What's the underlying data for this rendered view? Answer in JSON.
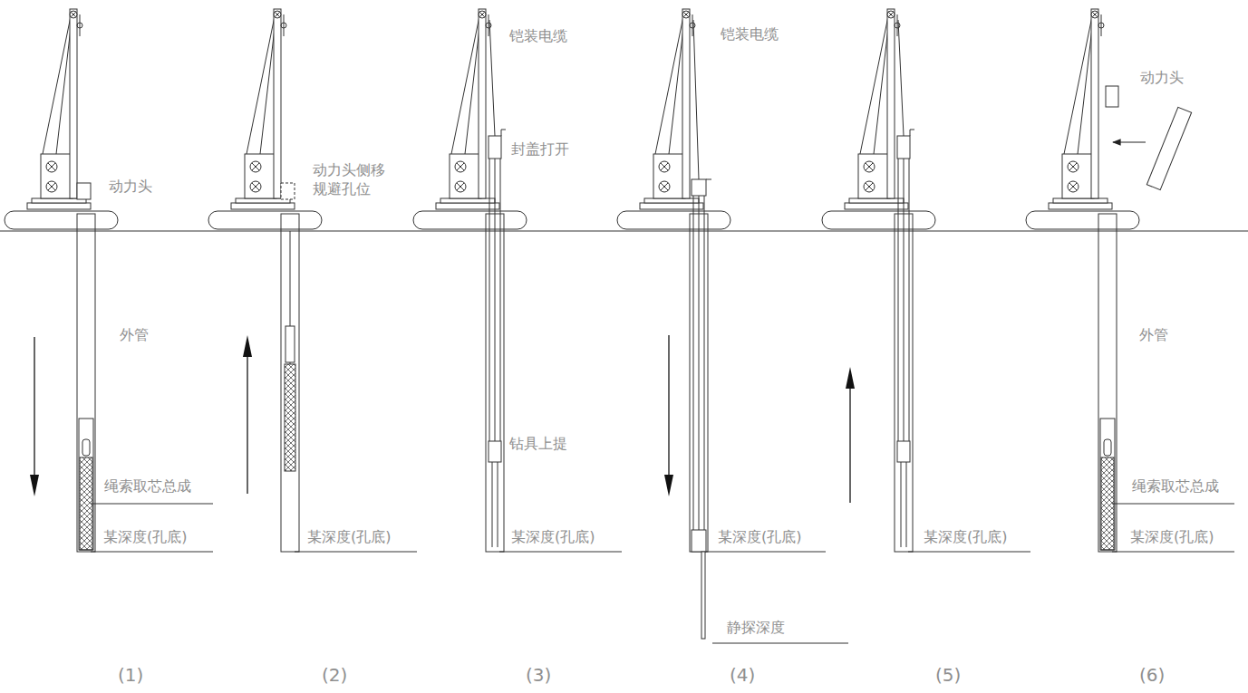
{
  "diagram": {
    "labels": [
      "动力头",
      "外管",
      "绳索取芯总成",
      "某深度(孔底)",
      "(1)",
      "动力头侧移 规避孔位",
      "某深度(孔底)",
      "(2)",
      "铠装电缆",
      "封盖打开",
      "钻具上提",
      "某深度(孔底)",
      "(3)",
      "铠装电缆",
      "某深度(孔底)",
      "静探深度",
      "(4)",
      "某深度(孔底)",
      "(5)",
      "动力头",
      "外管",
      "绳索取芯总成",
      "某深度(孔底)",
      "(6)"
    ]
  }
}
